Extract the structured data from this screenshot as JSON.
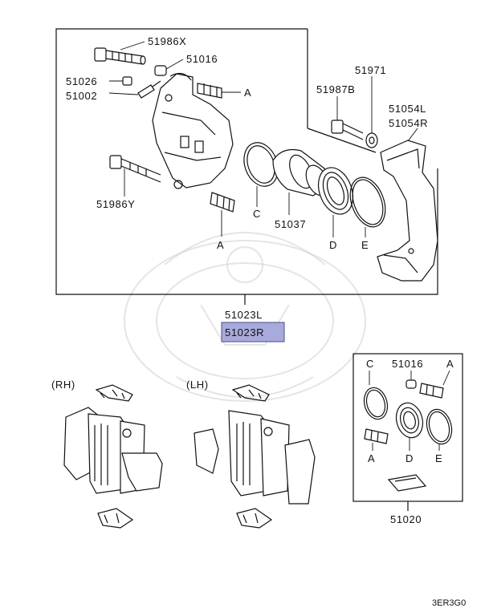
{
  "labels": {
    "p51986x": "51986X",
    "p51016_top": "51016",
    "p51026": "51026",
    "p51002": "51002",
    "a_top": "A",
    "p51971": "51971",
    "p51987b": "51987B",
    "p51054l": "51054L",
    "p51054r": "51054R",
    "p51986y": "51986Y",
    "c_main": "C",
    "p51037": "51037",
    "d_main": "D",
    "e_main": "E",
    "a_mid": "A",
    "p51023l": "51023L",
    "p51023r": "51023R",
    "rh": "(RH)",
    "lh": "(LH)",
    "c_kit": "C",
    "p51016_kit": "51016",
    "a_kit_top": "A",
    "a_kit_bottom": "A",
    "d_kit": "D",
    "e_kit": "E",
    "p51020": "51020",
    "diagram_code": "3ER3G0"
  },
  "colors": {
    "line": "#111111",
    "highlight_fill": "#a9aadc",
    "highlight_border": "#4a4c8a",
    "watermark": "#cfcfcf"
  },
  "highlighted_part": "51023R"
}
